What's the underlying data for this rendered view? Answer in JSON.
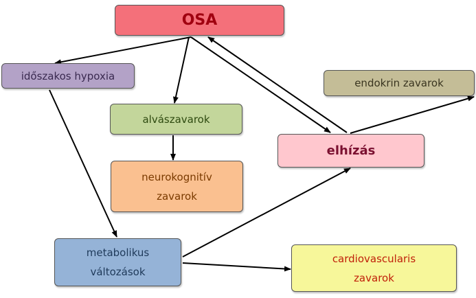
{
  "nodes": {
    "osa": {
      "label": "OSA",
      "fill": "#f4707a",
      "text": "#a00010"
    },
    "hypoxia": {
      "label": "időszakos hypoxia",
      "fill": "#b3a2c7",
      "text": "#3a2a50"
    },
    "alvaszavarok": {
      "label": "alvászavarok",
      "fill": "#c3d69b",
      "text": "#2e4a10"
    },
    "neurokognitiv": {
      "label": "neurokognitív\nzavarok",
      "fill": "#fac090",
      "text": "#7a3a00"
    },
    "endokrin": {
      "label": "endokrin zavarok",
      "fill": "#c4bd97",
      "text": "#3a3520"
    },
    "elhizas": {
      "label": "elhízás",
      "fill": "#ffc7ce",
      "text": "#7a1030"
    },
    "metabolikus": {
      "label": "metabolikus\nváltozások",
      "fill": "#95b3d7",
      "text": "#1f3a5a"
    },
    "cardiovascularis": {
      "label": "cardiovascularis\nzavarok",
      "fill": "#f7f79a",
      "text": "#c0200a"
    }
  },
  "edges": [
    {
      "from": "osa",
      "to": "hypoxia"
    },
    {
      "from": "osa",
      "to": "alvaszavarok"
    },
    {
      "from": "osa",
      "to": "elhizas"
    },
    {
      "from": "elhizas",
      "to": "osa"
    },
    {
      "from": "alvaszavarok",
      "to": "neurokognitiv"
    },
    {
      "from": "hypoxia",
      "to": "metabolikus"
    },
    {
      "from": "metabolikus",
      "to": "elhizas"
    },
    {
      "from": "metabolikus",
      "to": "cardiovascularis"
    },
    {
      "from": "elhizas",
      "to": "endokrin"
    }
  ]
}
